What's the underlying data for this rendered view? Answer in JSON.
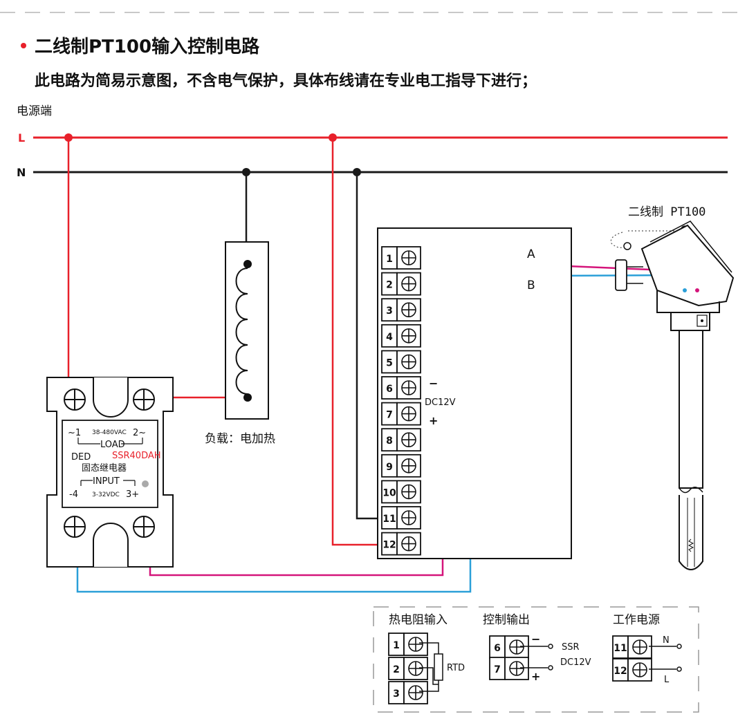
{
  "header": {
    "title": "二线制PT100输入控制电路",
    "note": "此电路为简易示意图，不含电气保护，具体布线请在专业电工指导下进行；"
  },
  "power": {
    "label": "电源端",
    "line_l": "L",
    "line_n": "N"
  },
  "load": {
    "label": "负载：电加热"
  },
  "sensor": {
    "label": "二线制 PT100",
    "wire_a": "A",
    "wire_b": "B"
  },
  "ssr": {
    "t1": "~1",
    "vac": "38-480VAC",
    "t2": "2~",
    "load_label": "LOAD",
    "brand": "DED",
    "model": "SSR40DAH",
    "name": "固态继电器",
    "input_label": "INPUT",
    "t4": "-4",
    "vdc": "3-32VDC",
    "t3": "3+"
  },
  "controller": {
    "terminals": [
      "1",
      "2",
      "3",
      "4",
      "5",
      "6",
      "7",
      "8",
      "9",
      "10",
      "11",
      "12"
    ],
    "minus": "−",
    "dc": "DC12V",
    "plus": "+"
  },
  "legend": {
    "rtd_title": "热电阻输入",
    "rtd_terms": [
      "1",
      "2",
      "3"
    ],
    "rtd_label": "RTD",
    "ctrl_title": "控制输出",
    "ctrl_terms": [
      "6",
      "7"
    ],
    "ctrl_minus": "−",
    "ctrl_plus": "+",
    "ctrl_ssr": "SSR",
    "ctrl_dc": "DC12V",
    "pwr_title": "工作电源",
    "pwr_terms": [
      "11",
      "12"
    ],
    "pwr_n": "N",
    "pwr_l": "L"
  },
  "colors": {
    "red": "#e8202a",
    "magenta": "#d4147a",
    "blue": "#2a9fd8",
    "black": "#1a1a1a"
  }
}
